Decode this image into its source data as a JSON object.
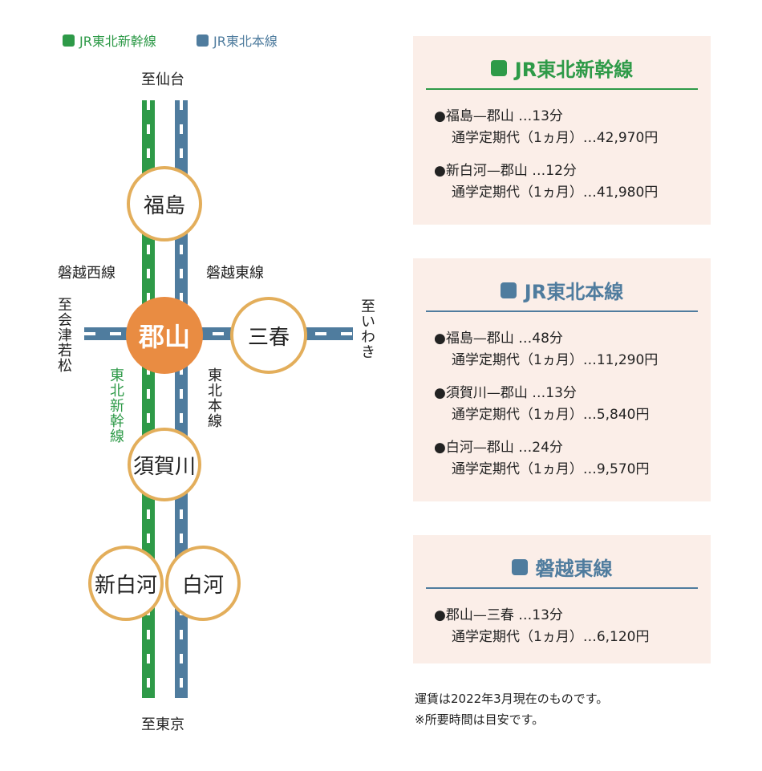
{
  "colors": {
    "shinkansen": "#2E9A48",
    "honsen": "#4F7C9E",
    "banetsu": "#4F7C9E",
    "station_ring": "#E3AE5B",
    "hub": "#E98C42",
    "panel_bg": "#FBEEE8"
  },
  "legend": [
    {
      "label": "JR東北新幹線",
      "color": "#2E9A48"
    },
    {
      "label": "JR東北本線",
      "color": "#4F7C9E"
    }
  ],
  "map": {
    "to_sendai": "至仙台",
    "to_tokyo": "至東京",
    "to_aizuwakamatsu": "至会津若松",
    "to_iwaki": "至いわき",
    "banetsu_west": "磐越西線",
    "banetsu_east": "磐越東線",
    "shinkansen_label": "東北新幹線",
    "honsen_label": "東北本線",
    "stations": {
      "fukushima": "福島",
      "koriyama": "郡山",
      "miharu": "三春",
      "sukagawa": "須賀川",
      "shinshirakawa": "新白河",
      "shirakawa": "白河"
    }
  },
  "panels": [
    {
      "title": "JR東北新幹線",
      "color": "#2E9A48",
      "entries": [
        {
          "route": "●福島—郡山",
          "time": "…13分",
          "fare": "通学定期代（1ヵ月）…42,970円"
        },
        {
          "route": "●新白河—郡山",
          "time": "…12分",
          "fare": "通学定期代（1ヵ月）…41,980円"
        }
      ]
    },
    {
      "title": "JR東北本線",
      "color": "#4F7C9E",
      "entries": [
        {
          "route": "●福島—郡山",
          "time": "…48分",
          "fare": "通学定期代（1ヵ月）…11,290円"
        },
        {
          "route": "●須賀川—郡山",
          "time": "…13分",
          "fare": "通学定期代（1ヵ月）…5,840円"
        },
        {
          "route": "●白河—郡山",
          "time": "…24分",
          "fare": "通学定期代（1ヵ月）…9,570円"
        }
      ]
    },
    {
      "title": "磐越東線",
      "color": "#4F7C9E",
      "entries": [
        {
          "route": "●郡山—三春",
          "time": "…13分",
          "fare": "通学定期代（1ヵ月）…6,120円"
        }
      ]
    }
  ],
  "notes": [
    "運賃は2022年3月現在のものです。",
    "※所要時間は目安です。"
  ]
}
